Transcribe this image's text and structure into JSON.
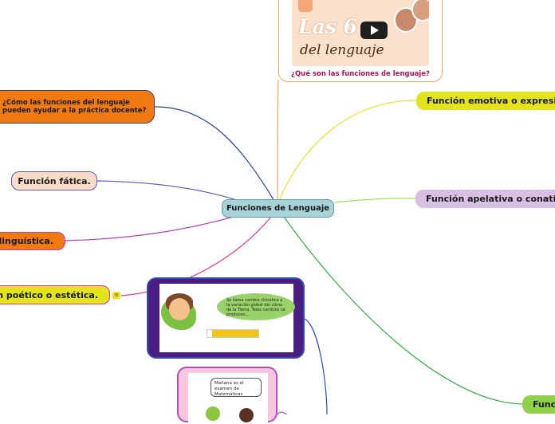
{
  "center": {
    "label": "Funciones de Lenguaje"
  },
  "branches": {
    "emotiva": "Función emotiva o expresiva.",
    "apelativa": "Función apelativa o conativa.",
    "bottom_right": "Funci",
    "question": "¿Cómo las funciones del lenguaje pueden ayudar a la práctica docente?",
    "fatica": "Función fática.",
    "metalinguistica": "talinguística.",
    "poetica": "ción poético o estética."
  },
  "video": {
    "thumb_title_line1": "Las 6",
    "thumb_title_line2": "del lenguaje",
    "caption": "¿Qué son las funciones de lenguaje?"
  },
  "image1": {
    "bubble_text": "Se llama cambio climático a la variación global del clima de la Tierra. Tales cambios se producen..."
  },
  "image2": {
    "bubble_text": "Mañana es el examen de Matemáticas"
  },
  "colors": {
    "center": "#a6d2d8",
    "emotiva": "#e4e41e",
    "apelativa": "#d9bfe3",
    "question": "#f07a10",
    "fatica": "#f8dcc8",
    "metalinguistica": "#f07a10",
    "poetica": "#e4e41e",
    "bottom_right": "#8fd24a"
  }
}
